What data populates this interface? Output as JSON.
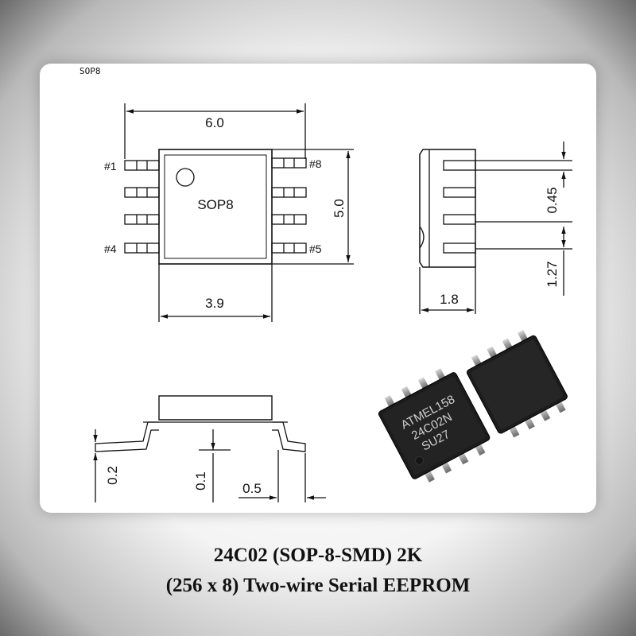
{
  "header_label": "SOP8",
  "top_view": {
    "width_dim": "6.0",
    "height_dim": "5.0",
    "body_width_dim": "3.9",
    "body_label": "SOP8",
    "pin1": "#1",
    "pin4": "#4",
    "pin5": "#5",
    "pin8": "#8"
  },
  "side_view": {
    "thickness_dim": "1.8",
    "lead_width_dim": "0.45",
    "pitch_dim": "1.27"
  },
  "profile_view": {
    "dim_a": "0.2",
    "dim_b": "0.1",
    "dim_c": "0.5"
  },
  "chip_marking": {
    "line1": "ATMEL158",
    "line2": "24C02N",
    "line3": "SU27"
  },
  "caption": {
    "line1": "24C02 (SOP-8-SMD) 2K",
    "line2": "(256 x 8)  Two-wire Serial EEPROM"
  },
  "colors": {
    "chip_body": "#1c1c1c",
    "lead": "#9a9a9a"
  }
}
